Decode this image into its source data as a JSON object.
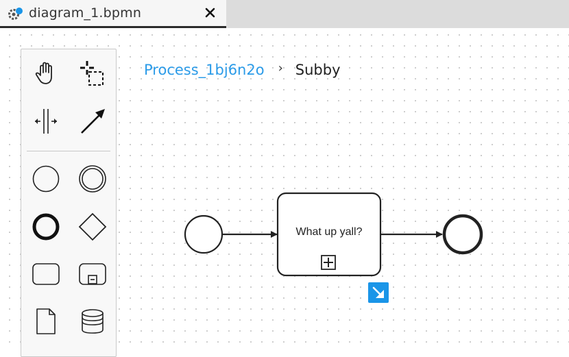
{
  "tab": {
    "title": "diagram_1.bpmn",
    "icon": "gear-dot-icon",
    "close_icon": "close-icon"
  },
  "palette": {
    "tools": [
      {
        "name": "hand-tool",
        "icon": "hand-icon"
      },
      {
        "name": "lasso-tool",
        "icon": "lasso-icon"
      },
      {
        "name": "space-tool",
        "icon": "space-icon"
      },
      {
        "name": "connect-tool",
        "icon": "arrow-icon"
      },
      {
        "name": "start-event",
        "icon": "circle-icon"
      },
      {
        "name": "intermediate-event",
        "icon": "double-circle-icon"
      },
      {
        "name": "end-event",
        "icon": "bold-circle-icon"
      },
      {
        "name": "gateway",
        "icon": "diamond-icon"
      },
      {
        "name": "task",
        "icon": "rounded-rect-icon"
      },
      {
        "name": "subprocess",
        "icon": "subprocess-icon"
      },
      {
        "name": "data-object",
        "icon": "document-icon"
      },
      {
        "name": "data-store",
        "icon": "database-icon"
      }
    ]
  },
  "breadcrumb": {
    "root": "Process_1bj6n2o",
    "separator": "›",
    "current": "Subby"
  },
  "diagram": {
    "task_label": "What up yall?",
    "accent_color": "#1a95e8"
  }
}
